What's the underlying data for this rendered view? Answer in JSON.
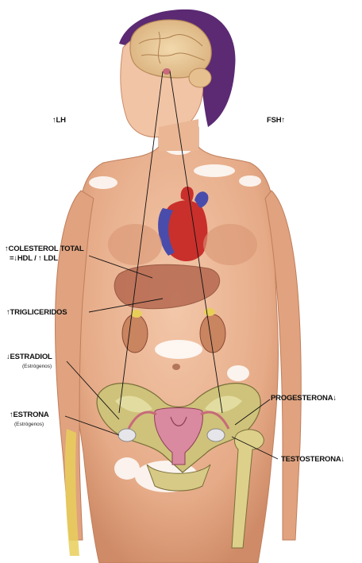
{
  "labels": {
    "lh": "↑LH",
    "fsh": "FSH↑",
    "colesterol_line1": "↑COLESTEROL TOTAL",
    "colesterol_line2": "=↓HDL / ↑ LDL",
    "trigliceridos": "↑TRIGLICERIDOS",
    "estradiol": "↓ESTRADIOL",
    "estradiol_sub": "(Estrógenos)",
    "estrona": "↑ESTRONA",
    "estrona_sub": "(Estrógenos)",
    "progesterona": "PROGESTERONA↓",
    "testosterona": "TESTOSTERONA↓"
  },
  "colors": {
    "skin": "#e9b08f",
    "hair": "#5b2a73",
    "brain": "#e7c79a",
    "heart_red": "#c9302b",
    "heart_blue": "#4a4cab",
    "liver": "#b5684f",
    "kidney": "#c98460",
    "pelvis_bone": "#cfc27a",
    "uterus": "#d98aa0",
    "line": "#111111"
  }
}
